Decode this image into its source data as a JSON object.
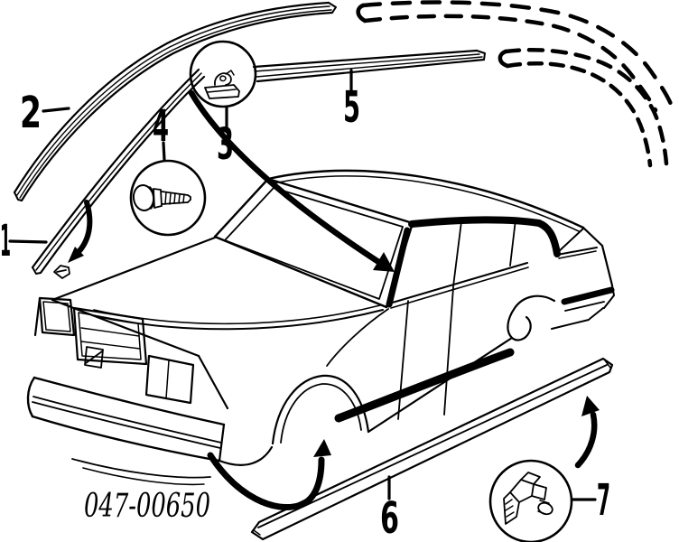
{
  "diagram": {
    "part_code": "047-00650",
    "colors": {
      "line": "#000000",
      "background": "#ffffff"
    },
    "callouts": [
      {
        "number": "1"
      },
      {
        "number": "2"
      },
      {
        "number": "3",
        "detail_icon": "clip-icon"
      },
      {
        "number": "4",
        "detail_icon": "screw-icon"
      },
      {
        "number": "5"
      },
      {
        "number": "6"
      },
      {
        "number": "7",
        "detail_icon": "clip-icon"
      }
    ],
    "icons": [
      "clip-icon",
      "screw-icon",
      "clip-icon"
    ]
  }
}
